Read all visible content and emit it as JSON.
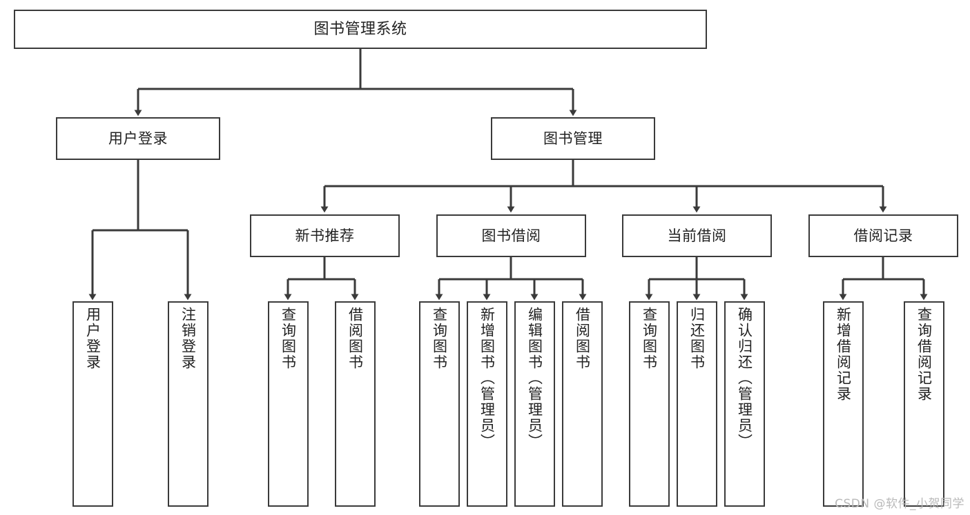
{
  "diagram": {
    "title": "图书管理系统",
    "type": "tree",
    "watermark": "CSDN @软件_小贺同学",
    "edge_color": "#3a3a3a",
    "box_border_color": "#3a3a3a",
    "box_fill_color": "#ffffff",
    "text_color": "#222222"
  },
  "nodes": {
    "root": {
      "label": "图书管理系统"
    },
    "level1": [
      {
        "label": "用户登录"
      },
      {
        "label": "图书管理"
      }
    ],
    "level2": [
      {
        "label": "新书推荐"
      },
      {
        "label": "图书借阅"
      },
      {
        "label": "当前借阅"
      },
      {
        "label": "借阅记录"
      }
    ],
    "leaves": {
      "user_login": [
        {
          "label": "用户登录"
        },
        {
          "label": "注销登录"
        }
      ],
      "new_book_recommend": [
        {
          "label": "查询图书"
        },
        {
          "label": "借阅图书"
        }
      ],
      "book_borrow": [
        {
          "label": "查询图书"
        },
        {
          "label": "新增图书（管理员）"
        },
        {
          "label": "编辑图书（管理员）"
        },
        {
          "label": "借阅图书"
        }
      ],
      "current_borrow": [
        {
          "label": "查询图书"
        },
        {
          "label": "归还图书"
        },
        {
          "label": "确认归还（管理员）"
        }
      ],
      "borrow_record": [
        {
          "label": "新增借阅记录"
        },
        {
          "label": "查询借阅记录"
        }
      ]
    }
  }
}
